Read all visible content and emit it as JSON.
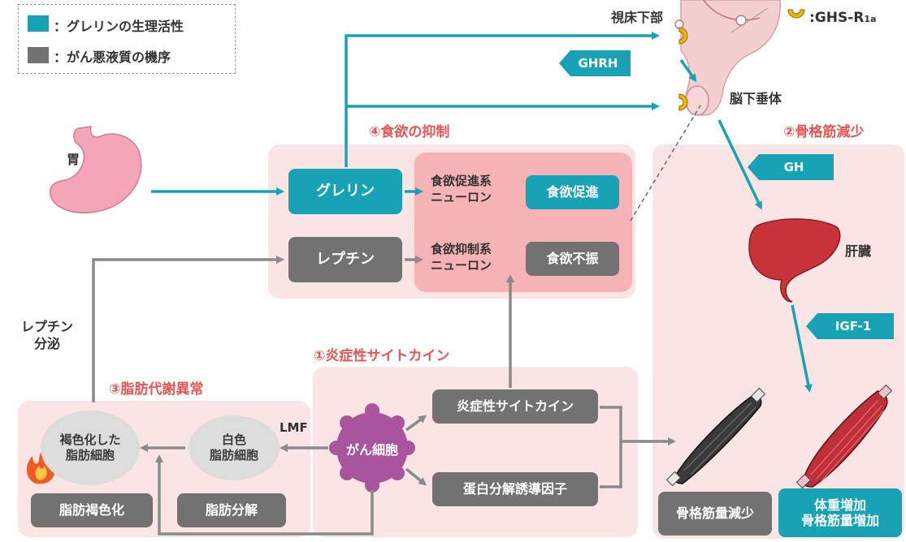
{
  "legend": {
    "ghrelin_activity": "：グレリンの生理活性",
    "cachexia_mechanism": "：がん悪液質の機序",
    "receptor": ":GHS-R",
    "receptor_sub": "1a"
  },
  "labels": {
    "stomach": "胃",
    "hypothalamus": "視床下部",
    "pituitary": "脳下垂体",
    "liver": "肝臓",
    "leptin_secretion_1": "レプチン",
    "leptin_secretion_2": "分泌",
    "lmf": "LMF"
  },
  "sections": {
    "appetite": "④食欲の抑制",
    "muscle": "②骨格筋減少",
    "cytokine": "①炎症性サイトカイン",
    "fat": "③脂肪代謝異常"
  },
  "hormones": {
    "ghrh": "GHRH",
    "gh": "GH",
    "igf1": "IGF-1"
  },
  "boxes": {
    "ghrelin": "グレリン",
    "leptin": "レプチン",
    "neuron_promote_1": "食欲促進系",
    "neuron_promote_2": "ニューロン",
    "neuron_suppress_1": "食欲抑制系",
    "neuron_suppress_2": "ニューロン",
    "appetite_up": "食欲促進",
    "appetite_down": "食欲不振",
    "cytokine": "炎症性サイトカイン",
    "pif": "蛋白分解誘導因子",
    "cancer": "がん細胞",
    "white_1": "白色",
    "white_2": "脂肪細胞",
    "brown_1": "褐色化した",
    "brown_2": "脂肪細胞",
    "browning": "脂肪褐色化",
    "lipolysis": "脂肪分解",
    "muscle_loss": "骨格筋量減少",
    "muscle_gain_1": "体重増加",
    "muscle_gain_2": "骨格筋量増加"
  },
  "colors": {
    "teal": "#17a3b5",
    "gray": "#727272",
    "region_pink": "#fbe5e4",
    "neuron_pink": "#f3aeb0",
    "accent_red": "#e85454",
    "cancer_purple": "#a8559e",
    "receptor_yellow": "#f5b400"
  }
}
